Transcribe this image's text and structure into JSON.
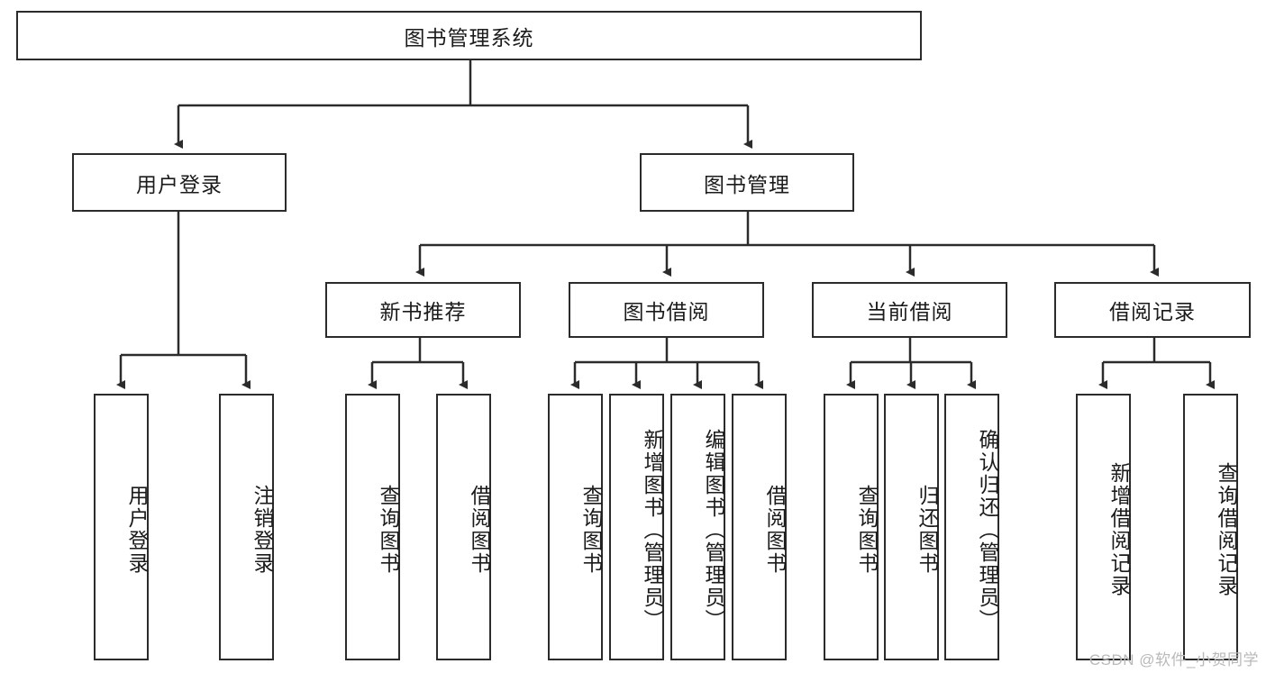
{
  "diagram": {
    "title": "图书管理系统",
    "type": "hierarchy-tree",
    "orientation": "top-down",
    "colors": {
      "box_border": "#2b2b2b",
      "box_fill": "#ffffff",
      "connector": "#2b2b2b",
      "text": "#1b1b1b",
      "watermark": "#b9b9b9"
    },
    "nodes": {
      "root": {
        "id": "root",
        "label": "图书管理系统",
        "level": 0,
        "orientation": "horizontal"
      },
      "level1": [
        {
          "id": "user-login",
          "label": "用户登录",
          "level": 1,
          "orientation": "horizontal"
        },
        {
          "id": "book-manage",
          "label": "图书管理",
          "level": 1,
          "orientation": "horizontal"
        }
      ],
      "level2": [
        {
          "id": "new-book-recommend",
          "label": "新书推荐",
          "level": 2,
          "orientation": "horizontal"
        },
        {
          "id": "book-borrow",
          "label": "图书借阅",
          "level": 2,
          "orientation": "horizontal"
        },
        {
          "id": "current-borrow",
          "label": "当前借阅",
          "level": 2,
          "orientation": "horizontal"
        },
        {
          "id": "borrow-record",
          "label": "借阅记录",
          "level": 2,
          "orientation": "horizontal"
        }
      ],
      "leaves": [
        {
          "id": "leaf-user-login",
          "label": "用户登录",
          "parent": "user-login",
          "orientation": "vertical"
        },
        {
          "id": "leaf-logout",
          "label": "注销登录",
          "parent": "user-login",
          "orientation": "vertical"
        },
        {
          "id": "leaf-query-book-1",
          "label": "查询图书",
          "parent": "new-book-recommend",
          "orientation": "vertical"
        },
        {
          "id": "leaf-borrow-book-1",
          "label": "借阅图书",
          "parent": "new-book-recommend",
          "orientation": "vertical"
        },
        {
          "id": "leaf-query-book-2",
          "label": "查询图书",
          "parent": "book-borrow",
          "orientation": "vertical"
        },
        {
          "id": "leaf-add-book",
          "label": "新增图书（管理员）",
          "parent": "book-borrow",
          "orientation": "vertical"
        },
        {
          "id": "leaf-edit-book",
          "label": "编辑图书（管理员）",
          "parent": "book-borrow",
          "orientation": "vertical"
        },
        {
          "id": "leaf-borrow-book-2",
          "label": "借阅图书",
          "parent": "book-borrow",
          "orientation": "vertical"
        },
        {
          "id": "leaf-query-book-3",
          "label": "查询图书",
          "parent": "current-borrow",
          "orientation": "vertical"
        },
        {
          "id": "leaf-return-book",
          "label": "归还图书",
          "parent": "current-borrow",
          "orientation": "vertical"
        },
        {
          "id": "leaf-confirm-return",
          "label": "确认归还（管理员）",
          "parent": "current-borrow",
          "orientation": "vertical"
        },
        {
          "id": "leaf-add-record",
          "label": "新增借阅记录",
          "parent": "borrow-record",
          "orientation": "vertical"
        },
        {
          "id": "leaf-query-record",
          "label": "查询借阅记录",
          "parent": "borrow-record",
          "orientation": "vertical"
        }
      ]
    },
    "watermark": "CSDN @软件_小贺同学"
  }
}
